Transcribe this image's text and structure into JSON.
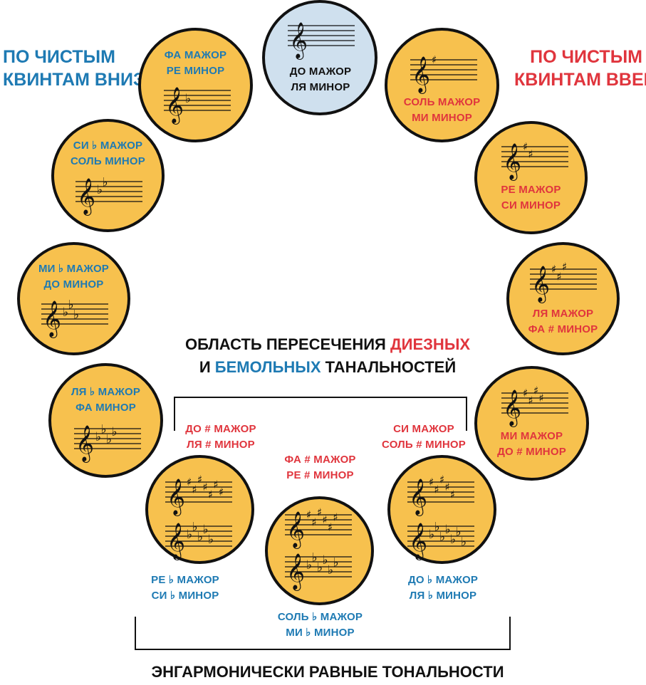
{
  "headings": {
    "down_line1": "ПО ЧИСТЫМ",
    "down_line2": "КВИНТАМ ВНИЗ",
    "up_line1": "ПО ЧИСТЫМ",
    "up_line2": "КВИНТАМ ВВЕРХ",
    "intersection_a": "ОБЛАСТЬ ПЕРЕСЕЧЕНИЯ ",
    "intersection_sharp": "ДИЕЗНЫХ",
    "intersection_b": "И ",
    "intersection_flat": "БЕМОЛЬНЫХ",
    "intersection_c": " ТАНАЛЬНОСТЕЙ",
    "enharmonic": "ЭНГАРМОНИЧЕСКИ РАВНЫЕ ТОНАЛЬНОСТИ"
  },
  "keys": [
    {
      "id": "c",
      "major": "ДО МАЖОР",
      "minor": "ЛЯ МИНОР",
      "accidental": "none",
      "count": 0
    },
    {
      "id": "g",
      "major": "СОЛЬ МАЖОР",
      "minor": "МИ МИНОР",
      "accidental": "sharp",
      "count": 1
    },
    {
      "id": "d",
      "major": "РЕ МАЖОР",
      "minor": "СИ МИНОР",
      "accidental": "sharp",
      "count": 2
    },
    {
      "id": "a",
      "major": "ЛЯ МАЖОР",
      "minor": "ФА # МИНОР",
      "accidental": "sharp",
      "count": 3
    },
    {
      "id": "e",
      "major": "МИ МАЖОР",
      "minor": "ДО # МИНОР",
      "accidental": "sharp",
      "count": 4
    },
    {
      "id": "f",
      "major": "ФА МАЖОР",
      "minor": "РЕ МИНОР",
      "accidental": "flat",
      "count": 1
    },
    {
      "id": "bb",
      "major": "СИ ♭ МАЖОР",
      "minor": "СОЛЬ МИНОР",
      "accidental": "flat",
      "count": 2
    },
    {
      "id": "eb",
      "major": "МИ ♭ МАЖОР",
      "minor": "ДО МИНОР",
      "accidental": "flat",
      "count": 3
    },
    {
      "id": "ab",
      "major": "ЛЯ ♭ МАЖОР",
      "minor": "ФА МИНОР",
      "accidental": "flat",
      "count": 4
    }
  ],
  "enharmonic_keys": [
    {
      "id": "cs_db",
      "sharp_major": "ДО # МАЖОР",
      "sharp_minor": "ЛЯ # МИНОР",
      "sharp_count": 7,
      "flat_major": "РЕ ♭ МАЖОР",
      "flat_minor": "СИ ♭ МИНОР",
      "flat_count": 5
    },
    {
      "id": "fs_gb",
      "sharp_major": "ФА # МАЖОР",
      "sharp_minor": "РЕ # МИНОР",
      "sharp_count": 6,
      "flat_major": "СОЛЬ ♭ МАЖОР",
      "flat_minor": "МИ ♭ МИНОР",
      "flat_count": 6
    },
    {
      "id": "b_cb",
      "sharp_major": "СИ МАЖОР",
      "sharp_minor": "СОЛЬ # МИНОР",
      "sharp_count": 5,
      "flat_major": "ДО ♭ МАЖОР",
      "flat_minor": "ЛЯ ♭ МИНОР",
      "flat_count": 7
    }
  ],
  "symbols": {
    "clef": "𝄞",
    "sharp": "♯",
    "flat": "♭"
  },
  "colors": {
    "circle": "#f7c14e",
    "circle_center": "#cfe0ee",
    "blue": "#1e7ab3",
    "red": "#e0353d",
    "ink": "#111111"
  }
}
